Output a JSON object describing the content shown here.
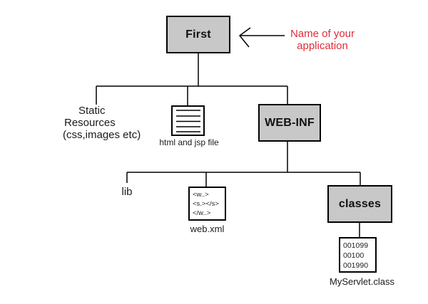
{
  "colors": {
    "background": "#ffffff",
    "node_fill": "#c8c8c8",
    "node_border": "#000000",
    "connector_line": "#000000",
    "annotation_red": "#e12b38"
  },
  "nodes": {
    "first": {
      "label": "First"
    },
    "static_resources": {
      "lines": [
        "Static",
        "Resources",
        "(css,images etc)"
      ]
    },
    "html_jsp": {
      "caption": "html and jsp file"
    },
    "web_inf": {
      "label": "WEB-INF"
    },
    "lib": {
      "label": "lib"
    },
    "web_xml": {
      "code_lines": [
        "<w..>",
        "<s.></s>",
        "</w..>"
      ],
      "caption": "web.xml"
    },
    "classes": {
      "label": "classes"
    },
    "my_servlet": {
      "code_lines": [
        "001099",
        "00100",
        "001990"
      ],
      "caption": "MyServlet.class"
    }
  },
  "annotation": {
    "lines": [
      "Name of your",
      "application"
    ]
  }
}
